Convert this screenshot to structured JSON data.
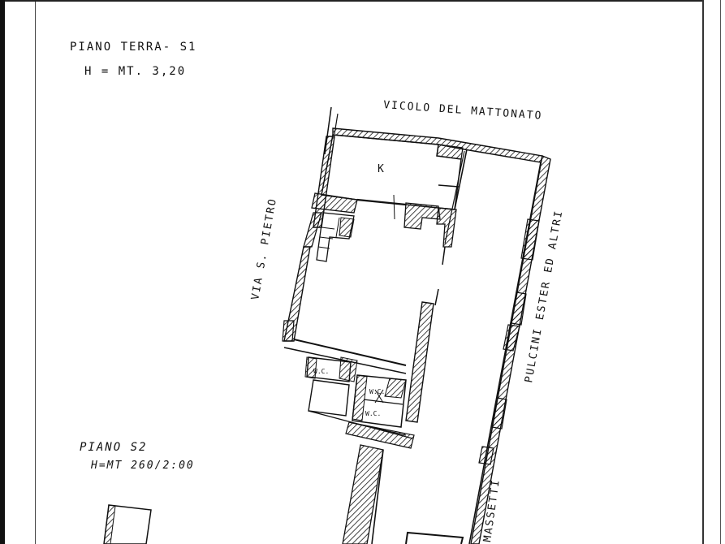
{
  "floor1": {
    "title": "PIANO TERRA- S1",
    "height": "H = MT. 3,20"
  },
  "floor2": {
    "title": "PIANO S2",
    "height": "H=MT 260/2:00"
  },
  "streets": {
    "north": "VICOLO DEL MATTONATO",
    "west": "VIA S. PIETRO",
    "east": "PULCINI ESTER ED ALTRI",
    "southeast": "MASSETTI"
  },
  "rooms": {
    "kitchen": "K",
    "wc1": "W.C.",
    "wc2": "W.C.",
    "wc3": "W.C."
  }
}
